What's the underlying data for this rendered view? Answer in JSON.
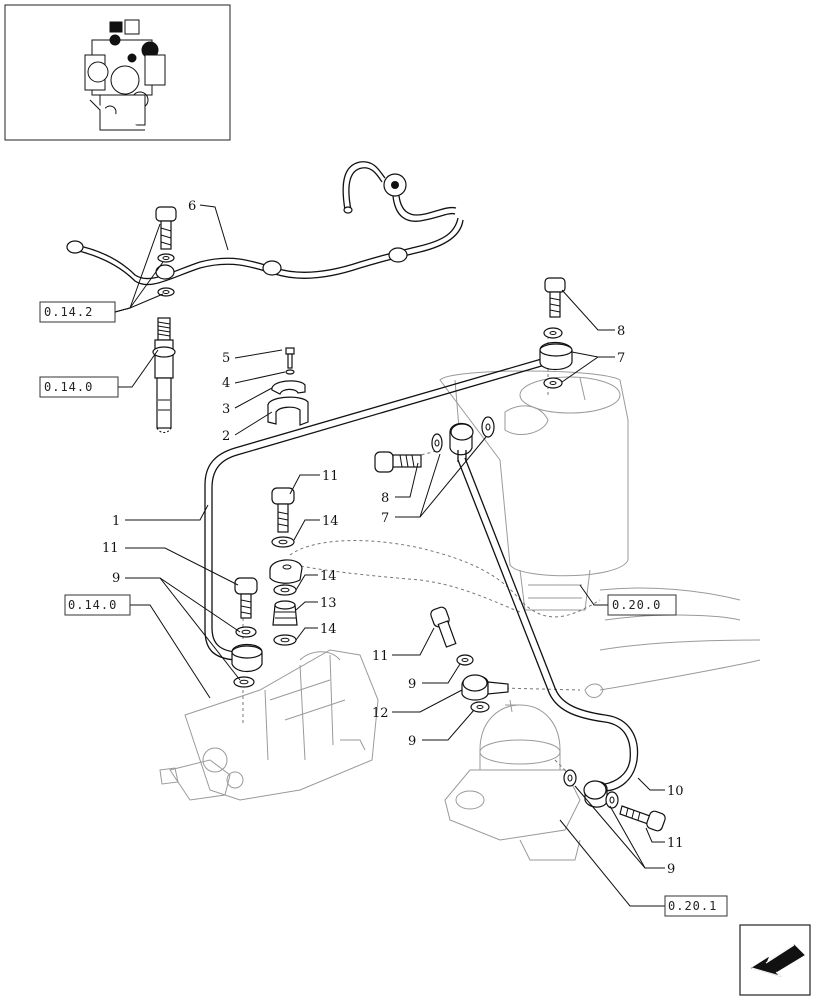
{
  "callouts": [
    {
      "id": "c6",
      "text": "6"
    },
    {
      "id": "c8a",
      "text": "8"
    },
    {
      "id": "c7a",
      "text": "7"
    },
    {
      "id": "c5",
      "text": "5"
    },
    {
      "id": "c4",
      "text": "4"
    },
    {
      "id": "c3",
      "text": "3"
    },
    {
      "id": "c2",
      "text": "2"
    },
    {
      "id": "c11a",
      "text": "11"
    },
    {
      "id": "c14a",
      "text": "14"
    },
    {
      "id": "c8b",
      "text": "8"
    },
    {
      "id": "c7b",
      "text": "7"
    },
    {
      "id": "c1",
      "text": "1"
    },
    {
      "id": "c11b",
      "text": "11"
    },
    {
      "id": "c9a",
      "text": "9"
    },
    {
      "id": "c14b",
      "text": "14"
    },
    {
      "id": "c13",
      "text": "13"
    },
    {
      "id": "c14c",
      "text": "14"
    },
    {
      "id": "c11c",
      "text": "11"
    },
    {
      "id": "c9b",
      "text": "9"
    },
    {
      "id": "c12",
      "text": "12"
    },
    {
      "id": "c9c",
      "text": "9"
    },
    {
      "id": "c10",
      "text": "10"
    },
    {
      "id": "c11d",
      "text": "11"
    },
    {
      "id": "c9d",
      "text": "9"
    }
  ],
  "references": [
    {
      "id": "r1",
      "text": "0.14.2"
    },
    {
      "id": "r2",
      "text": "0.14.0"
    },
    {
      "id": "r3",
      "text": "0.14.0"
    },
    {
      "id": "r4",
      "text": "0.20.0"
    },
    {
      "id": "r5",
      "text": "0.20.1"
    }
  ],
  "icons": {
    "engine_thumbnail": "engine-thumbnail-icon",
    "nav_arrow": "next-page-arrow-icon"
  }
}
